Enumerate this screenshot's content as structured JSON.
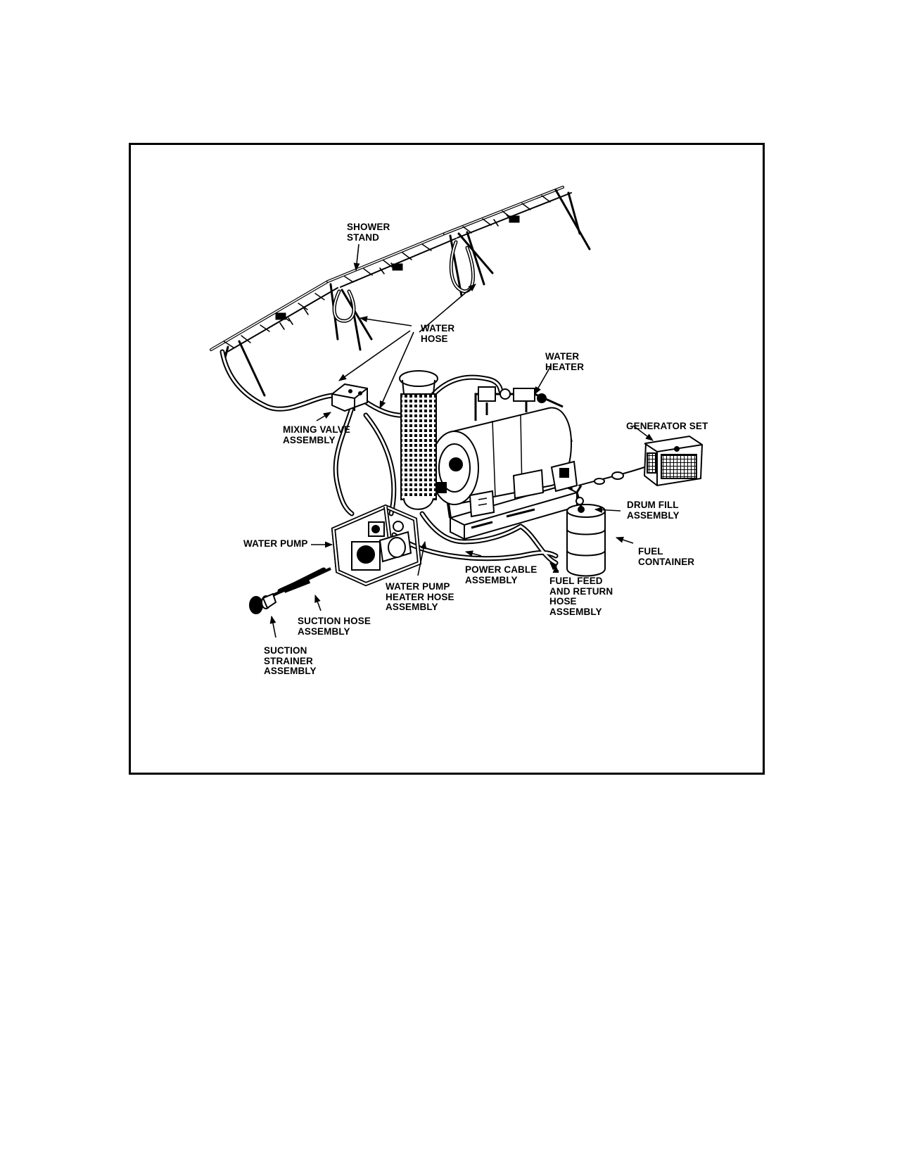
{
  "figure": {
    "labels": {
      "shower_stand": "SHOWER\nSTAND",
      "water_hose": "WATER\nHOSE",
      "water_heater": "WATER\nHEATER",
      "generator_set": "GENERATOR SET",
      "mixing_valve_assembly": "MIXING VALVE\nASSEMBLY",
      "drum_fill_assembly": "DRUM FILL\nASSEMBLY",
      "water_pump": "WATER PUMP",
      "fuel_container": "FUEL\nCONTAINER",
      "power_cable_assembly": "POWER CABLE\nASSEMBLY",
      "water_pump_heater_hose_assembly": "WATER PUMP\nHEATER HOSE\nASSEMBLY",
      "fuel_feed_and_return_hose_assembly": "FUEL FEED\nAND RETURN\nHOSE\nASSEMBLY",
      "suction_hose_assembly": "SUCTION HOSE\nASSEMBLY",
      "suction_strainer_assembly": "SUCTION\nSTRAINER\nASSEMBLY"
    }
  }
}
